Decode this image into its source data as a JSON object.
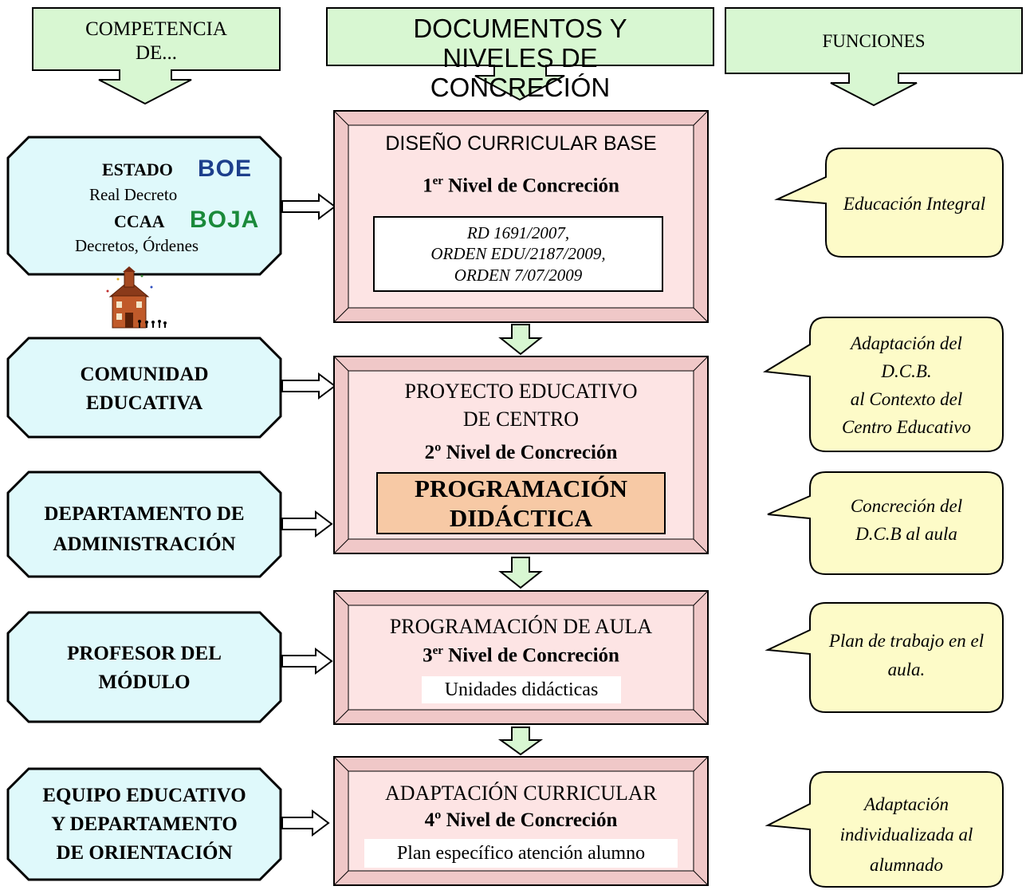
{
  "colors": {
    "header_fill": "#d8f7d2",
    "left_fill": "#dff9fb",
    "center_fill": "#fde4e4",
    "center_bevel": "#f0c8c8",
    "right_fill": "#fdfbc8",
    "orange_fill": "#f7c9a5",
    "boe_blue": "#1d3f8c",
    "boja_green": "#1a8a3a"
  },
  "headers": {
    "left": [
      "COMPETENCIA",
      "DE..."
    ],
    "center": [
      "DOCUMENTOS Y",
      "NIVELES DE",
      "CONCRECIÓN"
    ],
    "right": "FUNCIONES"
  },
  "left_boxes": {
    "estado": {
      "estado_label": "ESTADO",
      "boe_logo": "BOE",
      "real_decreto": "Real Decreto",
      "ccaa_label": "CCAA",
      "boja_logo": "BOJA",
      "decretos": "Decretos, Órdenes"
    },
    "comunidad": [
      "COMUNIDAD",
      "EDUCATIVA"
    ],
    "departamento": [
      "DEPARTAMENTO DE",
      "ADMINISTRACIÓN"
    ],
    "profesor": [
      "PROFESOR DEL",
      "MÓDULO"
    ],
    "equipo": [
      "EQUIPO EDUCATIVO",
      "Y DEPARTAMENTO",
      "DE ORIENTACIÓN"
    ]
  },
  "school_icon": "school-house-icon",
  "center_boxes": {
    "dcb": {
      "title": "DISEÑO CURRICULAR BASE",
      "level_num": "1",
      "level_sup": "er",
      "level_rest": " Nivel de Concreción",
      "refs": [
        "RD 1691/2007,",
        "ORDEN EDU/2187/2009,",
        "ORDEN 7/07/2009"
      ]
    },
    "pec": {
      "title": [
        "PROYECTO EDUCATIVO",
        "DE CENTRO"
      ],
      "level": "2º Nivel de Concreción",
      "highlight": [
        "PROGRAMACIÓN",
        "DIDÁCTICA"
      ]
    },
    "aula": {
      "title": "PROGRAMACIÓN DE AULA",
      "level_num": "3",
      "level_sup": "er",
      "level_rest": " Nivel de Concreción",
      "sub": "Unidades didácticas"
    },
    "adaptacion": {
      "title": "ADAPTACIÓN CURRICULAR",
      "level": "4º Nivel de Concreción",
      "sub": "Plan específico atención alumno"
    }
  },
  "callouts": {
    "c1": [
      "Educación Integral"
    ],
    "c2": [
      "Adaptación del",
      "D.C.B.",
      "al Contexto del",
      "Centro Educativo"
    ],
    "c3": [
      "Concreción del",
      "D.C.B al aula"
    ],
    "c4": [
      "Plan de trabajo en el",
      "aula."
    ],
    "c5": [
      "Adaptación",
      "individualizada al",
      "alumnado"
    ]
  }
}
